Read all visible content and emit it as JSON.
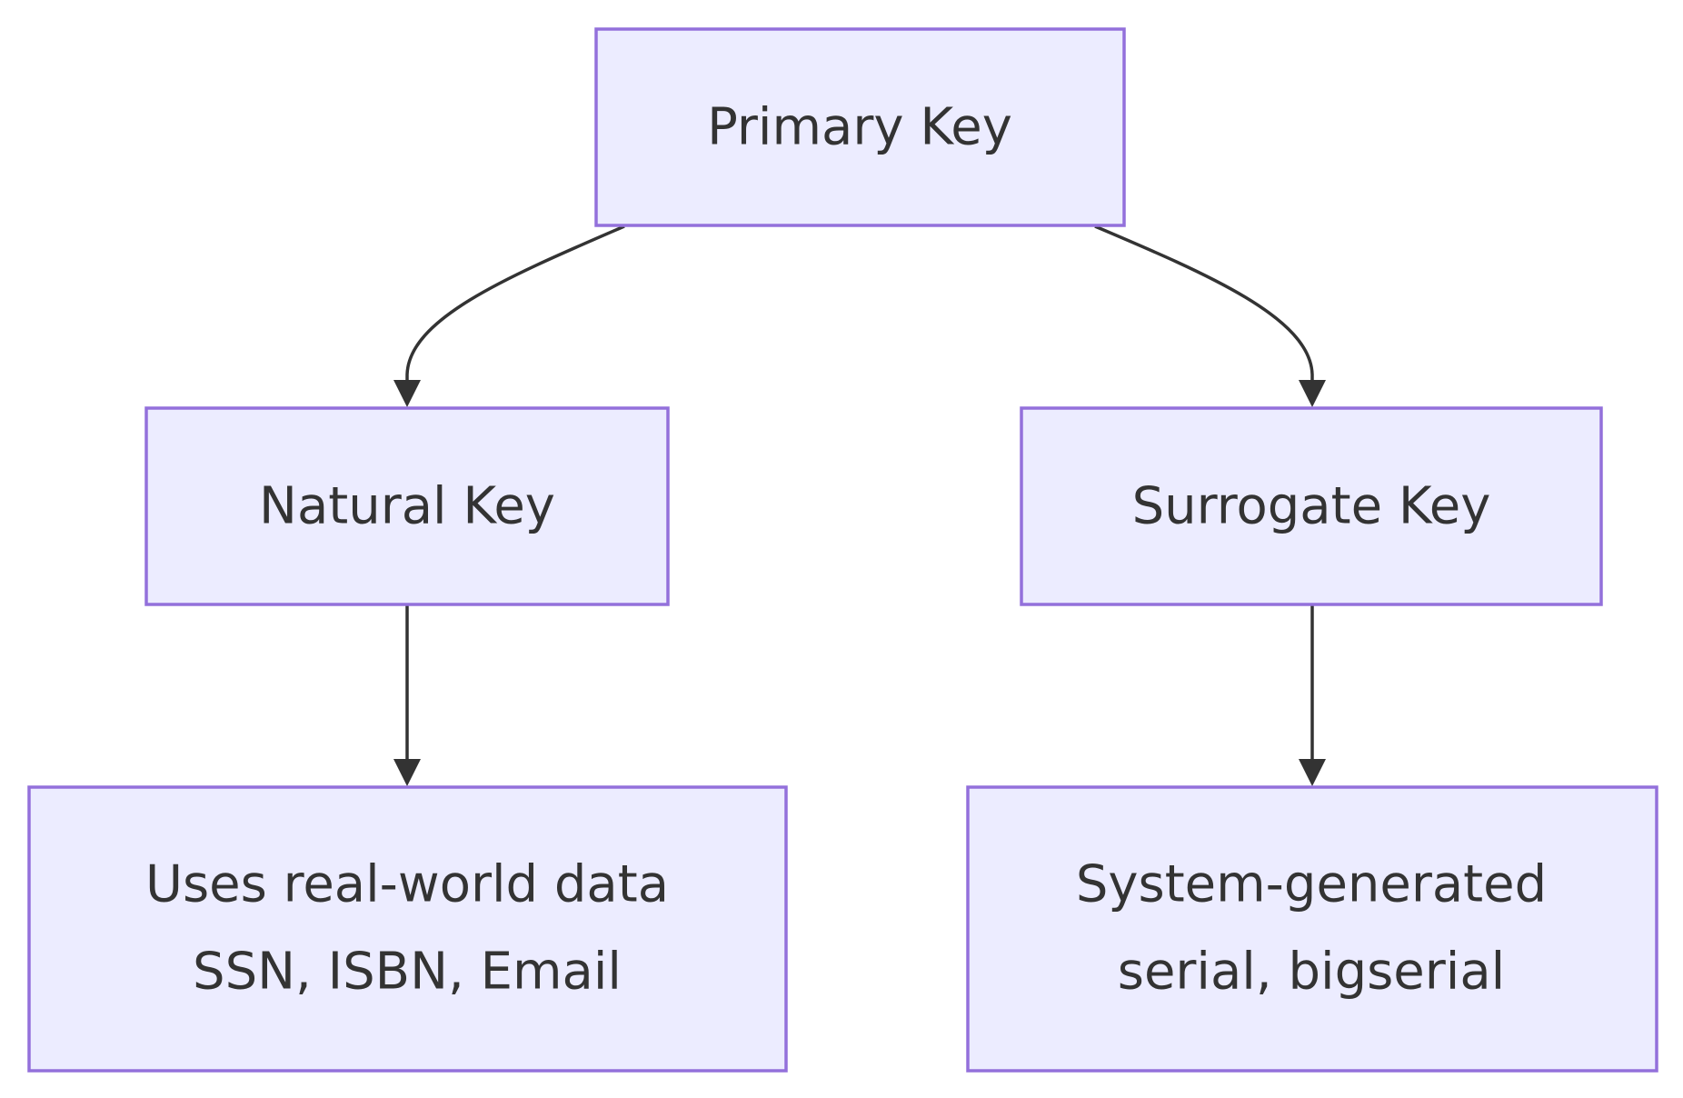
{
  "diagram": {
    "type": "flowchart",
    "colors": {
      "node_fill": "#ECECFF",
      "node_border": "#9370DB",
      "text": "#333333",
      "edge": "#333333",
      "background": "#FFFFFF"
    },
    "nodes": {
      "primary_key": {
        "lines": [
          "Primary Key"
        ]
      },
      "natural_key": {
        "lines": [
          "Natural Key"
        ]
      },
      "surrogate_key": {
        "lines": [
          "Surrogate Key"
        ]
      },
      "natural_desc": {
        "lines": [
          "Uses real-world data",
          "SSN, ISBN, Email"
        ]
      },
      "surrogate_desc": {
        "lines": [
          "System-generated",
          "serial, bigserial"
        ]
      }
    },
    "edges": [
      {
        "from": "primary_key",
        "to": "natural_key"
      },
      {
        "from": "primary_key",
        "to": "surrogate_key"
      },
      {
        "from": "natural_key",
        "to": "natural_desc"
      },
      {
        "from": "surrogate_key",
        "to": "surrogate_desc"
      }
    ]
  }
}
